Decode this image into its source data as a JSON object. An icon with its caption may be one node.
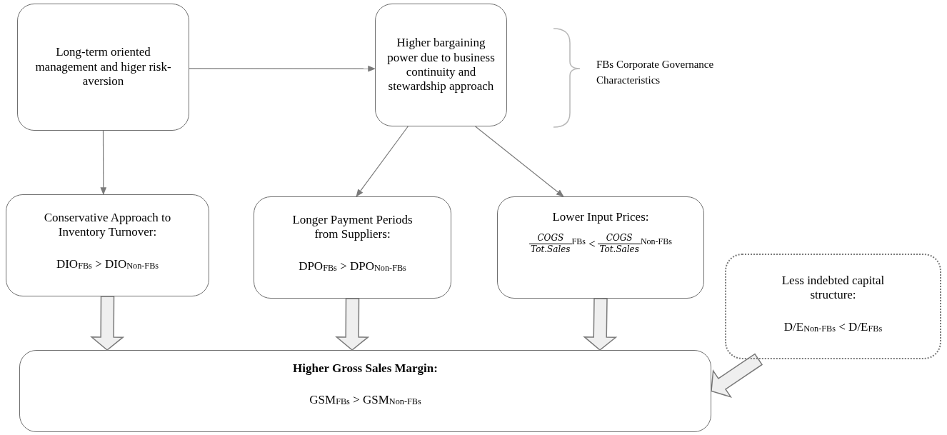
{
  "diagram": {
    "nodes": [
      {
        "text": [
          "Long-term oriented management and higer risk-aversion"
        ]
      },
      {
        "text": [
          "Higher bargaining power due to business continuity and stewardship approach"
        ]
      },
      {
        "text": [
          "Conservative Approach to Inventory Turnover:",
          "DIO$_{FBs}$ > DIO$_{Non-FBs}$"
        ]
      },
      {
        "text": [
          "Longer Payment Periods from Suppliers:",
          "DPO$_{FBs}$ > DPO$_{Non-FBs}$"
        ]
      },
      {
        "text": [
          "Lower Input Prices:",
          "COGS",
          "Tot.Sales",
          "FBs",
          "<",
          "COGS",
          "Tot.Sales",
          "Non-FBs"
        ]
      },
      {
        "text": [
          "Less indebted capital structure:",
          "D/E$_{Non-FBs}$ < D/E$_{FBs}$"
        ]
      },
      {
        "text": [
          "Higher Gross Sales Margin:",
          "GSM$_{FBs}$ > GSM$_{Non-FBs}$"
        ]
      }
    ],
    "edges": [
      {
        "from": 0,
        "to": 1,
        "arrow": "to"
      },
      {
        "from": 0,
        "to": 2,
        "arrow": "to"
      },
      {
        "from": 1,
        "to": 3,
        "arrow": "to"
      },
      {
        "from": 1,
        "to": 4,
        "arrow": "to"
      },
      {
        "from": 2,
        "to": 6,
        "arrow": "to",
        "style": "thick"
      },
      {
        "from": 3,
        "to": 6,
        "arrow": "to",
        "style": "thick"
      },
      {
        "from": 4,
        "to": 6,
        "arrow": "to",
        "style": "thick"
      },
      {
        "from": 5,
        "to": 6,
        "arrow": "to",
        "style": "thick"
      }
    ],
    "labels": [
      "FBs Corporate Governance Characteristics"
    ]
  }
}
